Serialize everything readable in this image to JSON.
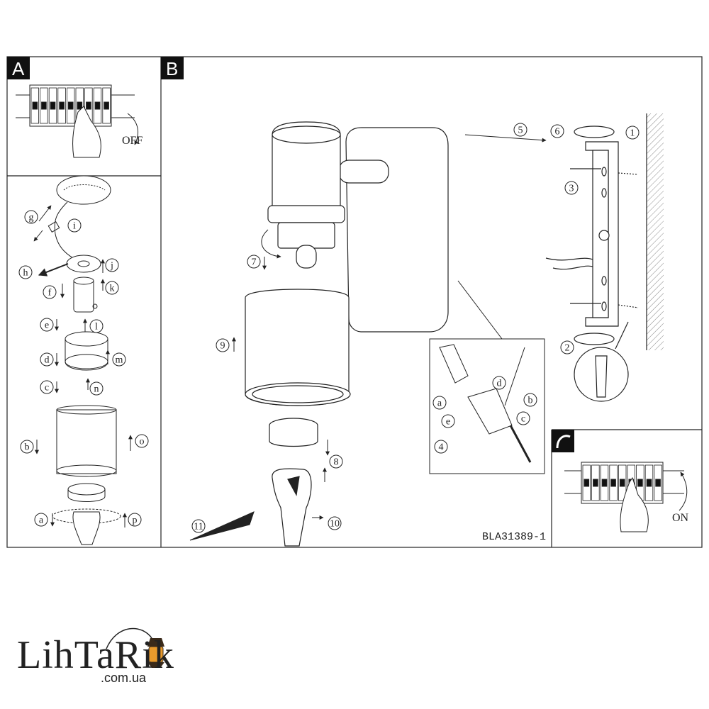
{
  "sections": {
    "a": "A",
    "b": "B"
  },
  "panel_a": {
    "off_label": "OFF"
  },
  "panel_c": {
    "on_label": "ON"
  },
  "left_letters": [
    "g",
    "i",
    "h",
    "j",
    "f",
    "k",
    "e",
    "l",
    "d",
    "m",
    "c",
    "n",
    "b",
    "o",
    "a",
    "p"
  ],
  "steps": [
    "1",
    "2",
    "3",
    "4",
    "5",
    "6",
    "7",
    "8",
    "9",
    "10",
    "11"
  ],
  "inset_letters": [
    "a",
    "b",
    "c",
    "d",
    "e"
  ],
  "model_code": "BLA31389-1",
  "brand": {
    "name": "LihTaRik",
    "domain": ".com.ua"
  },
  "colors": {
    "line": "#222222",
    "accent": "#e89a2c"
  }
}
